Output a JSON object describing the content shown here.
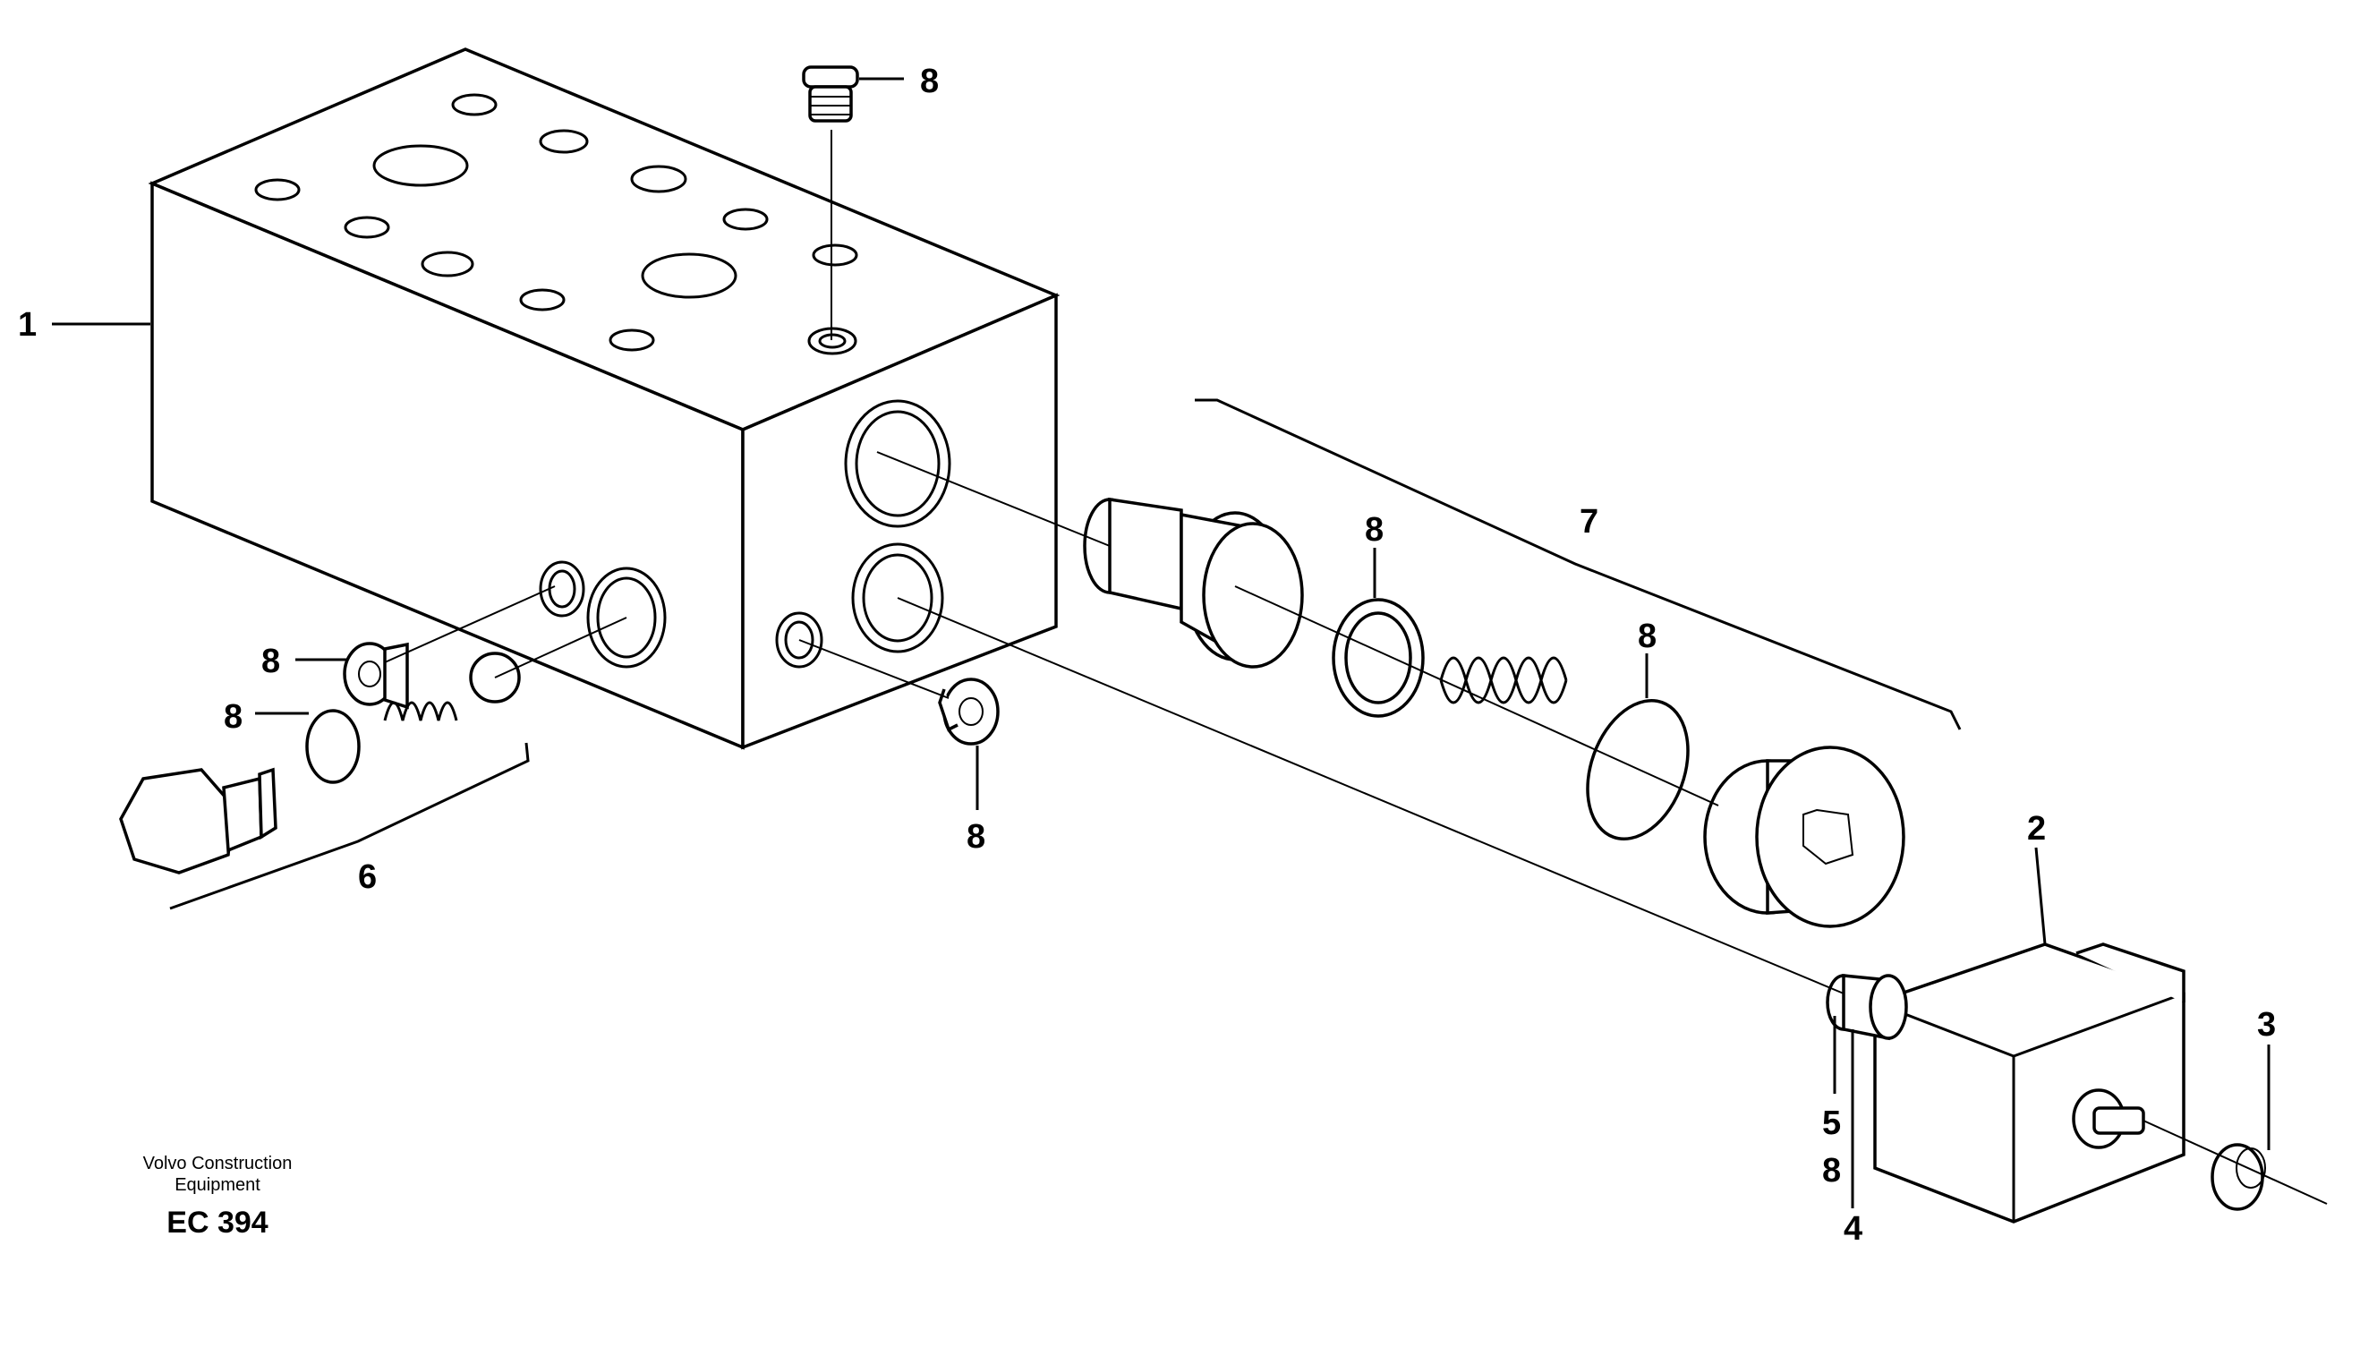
{
  "callouts": {
    "block": "1",
    "solenoid": "2",
    "nut": "3",
    "seal_4": "4",
    "seal_5": "5",
    "seal_5_kit": "8",
    "group_6": "6",
    "group_7": "7",
    "plug_top": "8",
    "plug_side_left": "8",
    "oring_left": "8",
    "plug_front": "8",
    "ring_mid": "8",
    "oring_mid": "8"
  },
  "caption": {
    "line1": "Volvo Construction",
    "line2": "Equipment",
    "code": "EC 394"
  }
}
